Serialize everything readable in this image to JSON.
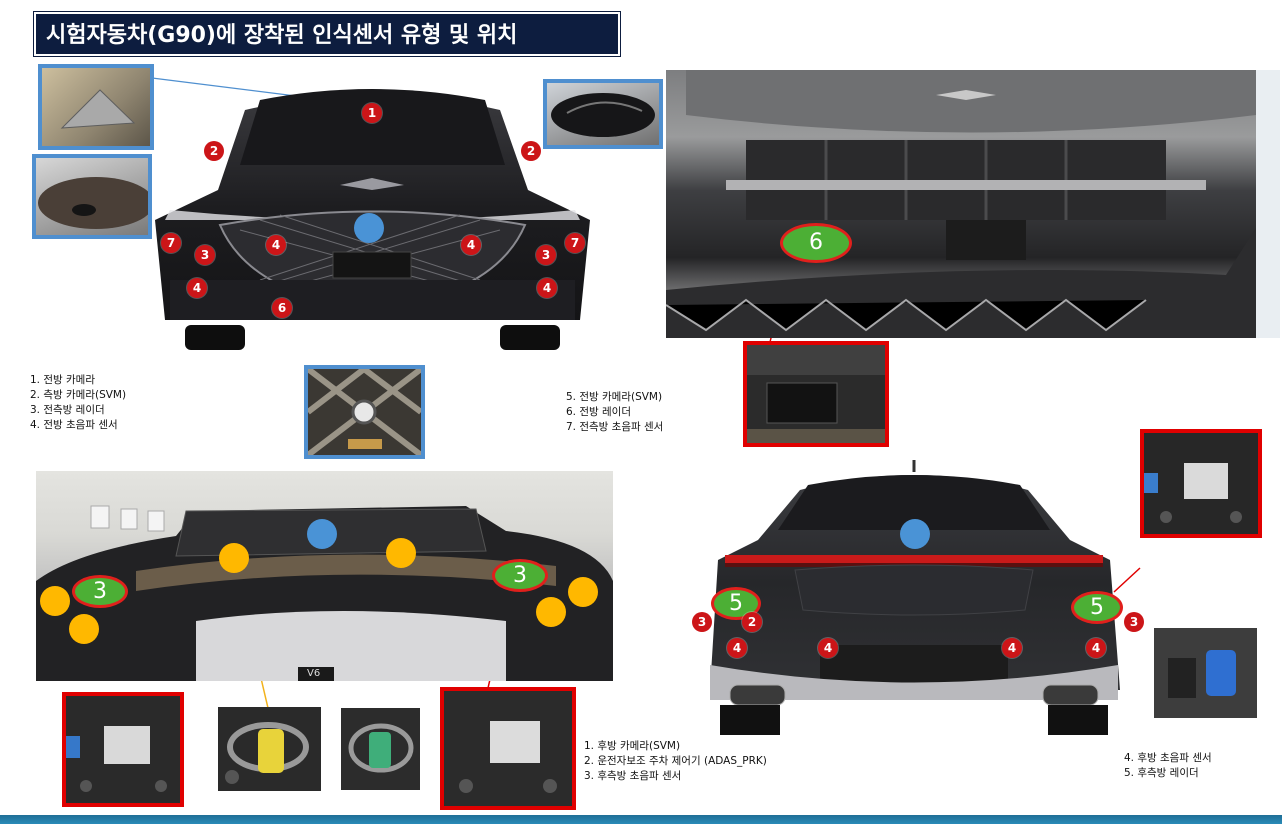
{
  "title": "시험자동차(G90)에 장착된 인식센서 유형 및 위치",
  "front_legend_left": [
    "1. 전방 카메라",
    "2. 측방 카메라(SVM)",
    "3. 전측방 레이더",
    "4. 전방 초음파 센서"
  ],
  "front_legend_right": [
    "5. 전방 카메라(SVM)",
    "6. 전방 레이더",
    "7. 전측방 초음파 센서"
  ],
  "rear_legend_left": [
    "1. 후방 카메라(SVM)",
    "2. 운전자보조 주차 제어기 (ADAS_PRK)",
    "3. 후측방 초음파 센서"
  ],
  "rear_legend_right": [
    "4. 후방 초음파 센서",
    "5. 후측방 레이더"
  ],
  "front_car_markers": {
    "m1": "1",
    "m2": "2",
    "m3": "3",
    "m4": "4",
    "m6": "6",
    "m7": "7"
  },
  "radar_photo_marker": "6",
  "bumper_markers": {
    "left": "3",
    "right": "3"
  },
  "rear_car_markers": {
    "m2": "2",
    "m3": "3",
    "m4": "4",
    "m5": "5"
  },
  "bumper_badge": "V6",
  "colors": {
    "title_bg": "#0d1d3f",
    "marker_red": "#cc1518",
    "marker_green": "#4caf35",
    "dot_yellow": "#ffb800",
    "dot_blue": "#4a93d6",
    "border_blue": "#4f8fcf",
    "border_red": "#e00000"
  }
}
